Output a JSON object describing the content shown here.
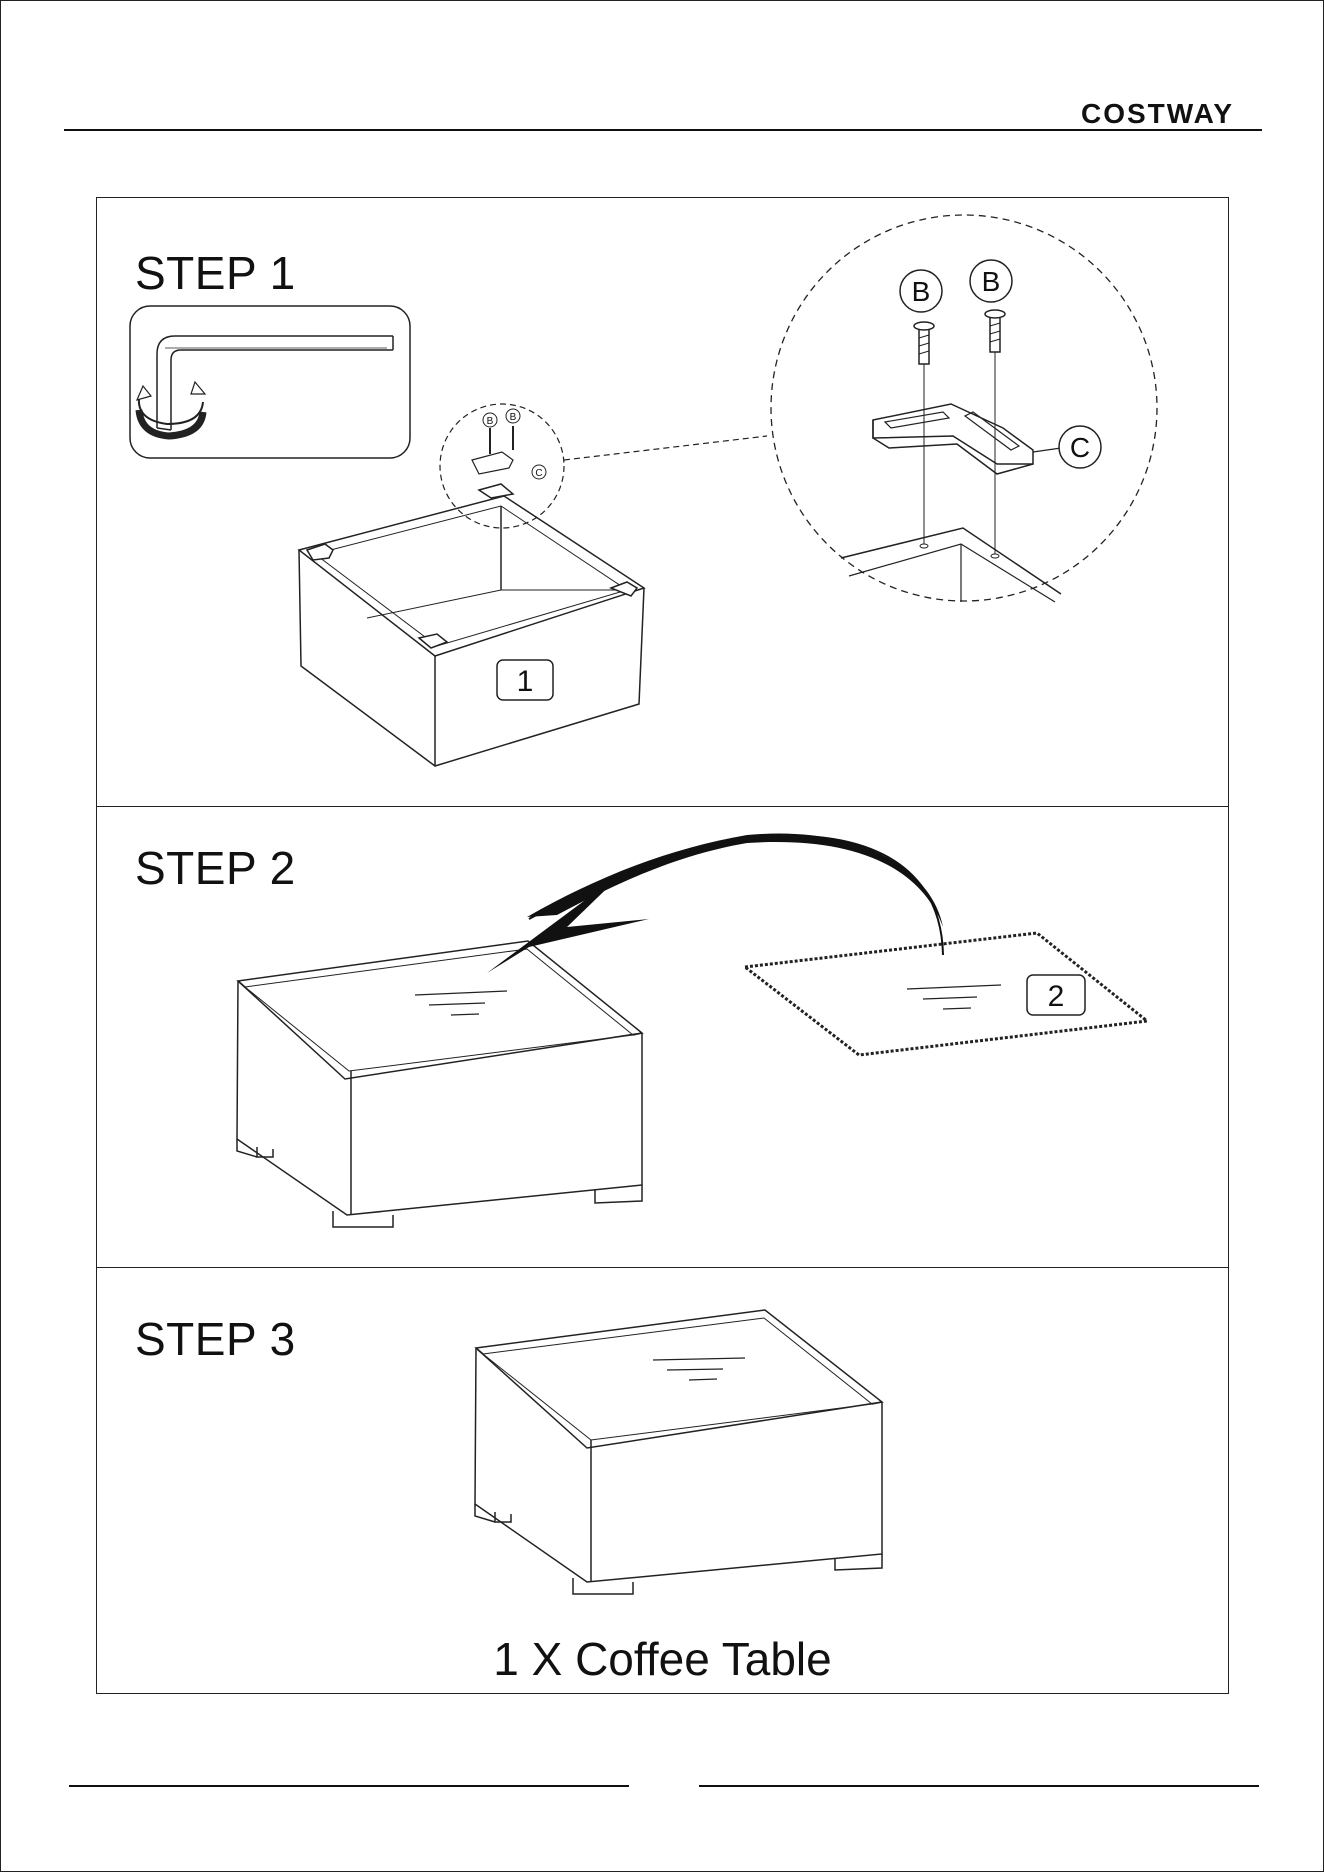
{
  "header": {
    "brand": "COSTWAY"
  },
  "steps": [
    {
      "title": "STEP 1",
      "parts": {
        "screw": "B",
        "bracket": "C",
        "box": "1"
      }
    },
    {
      "title": "STEP 2",
      "parts": {
        "glass": "2"
      }
    },
    {
      "title": "STEP 3",
      "result": "1 X Coffee Table"
    }
  ]
}
